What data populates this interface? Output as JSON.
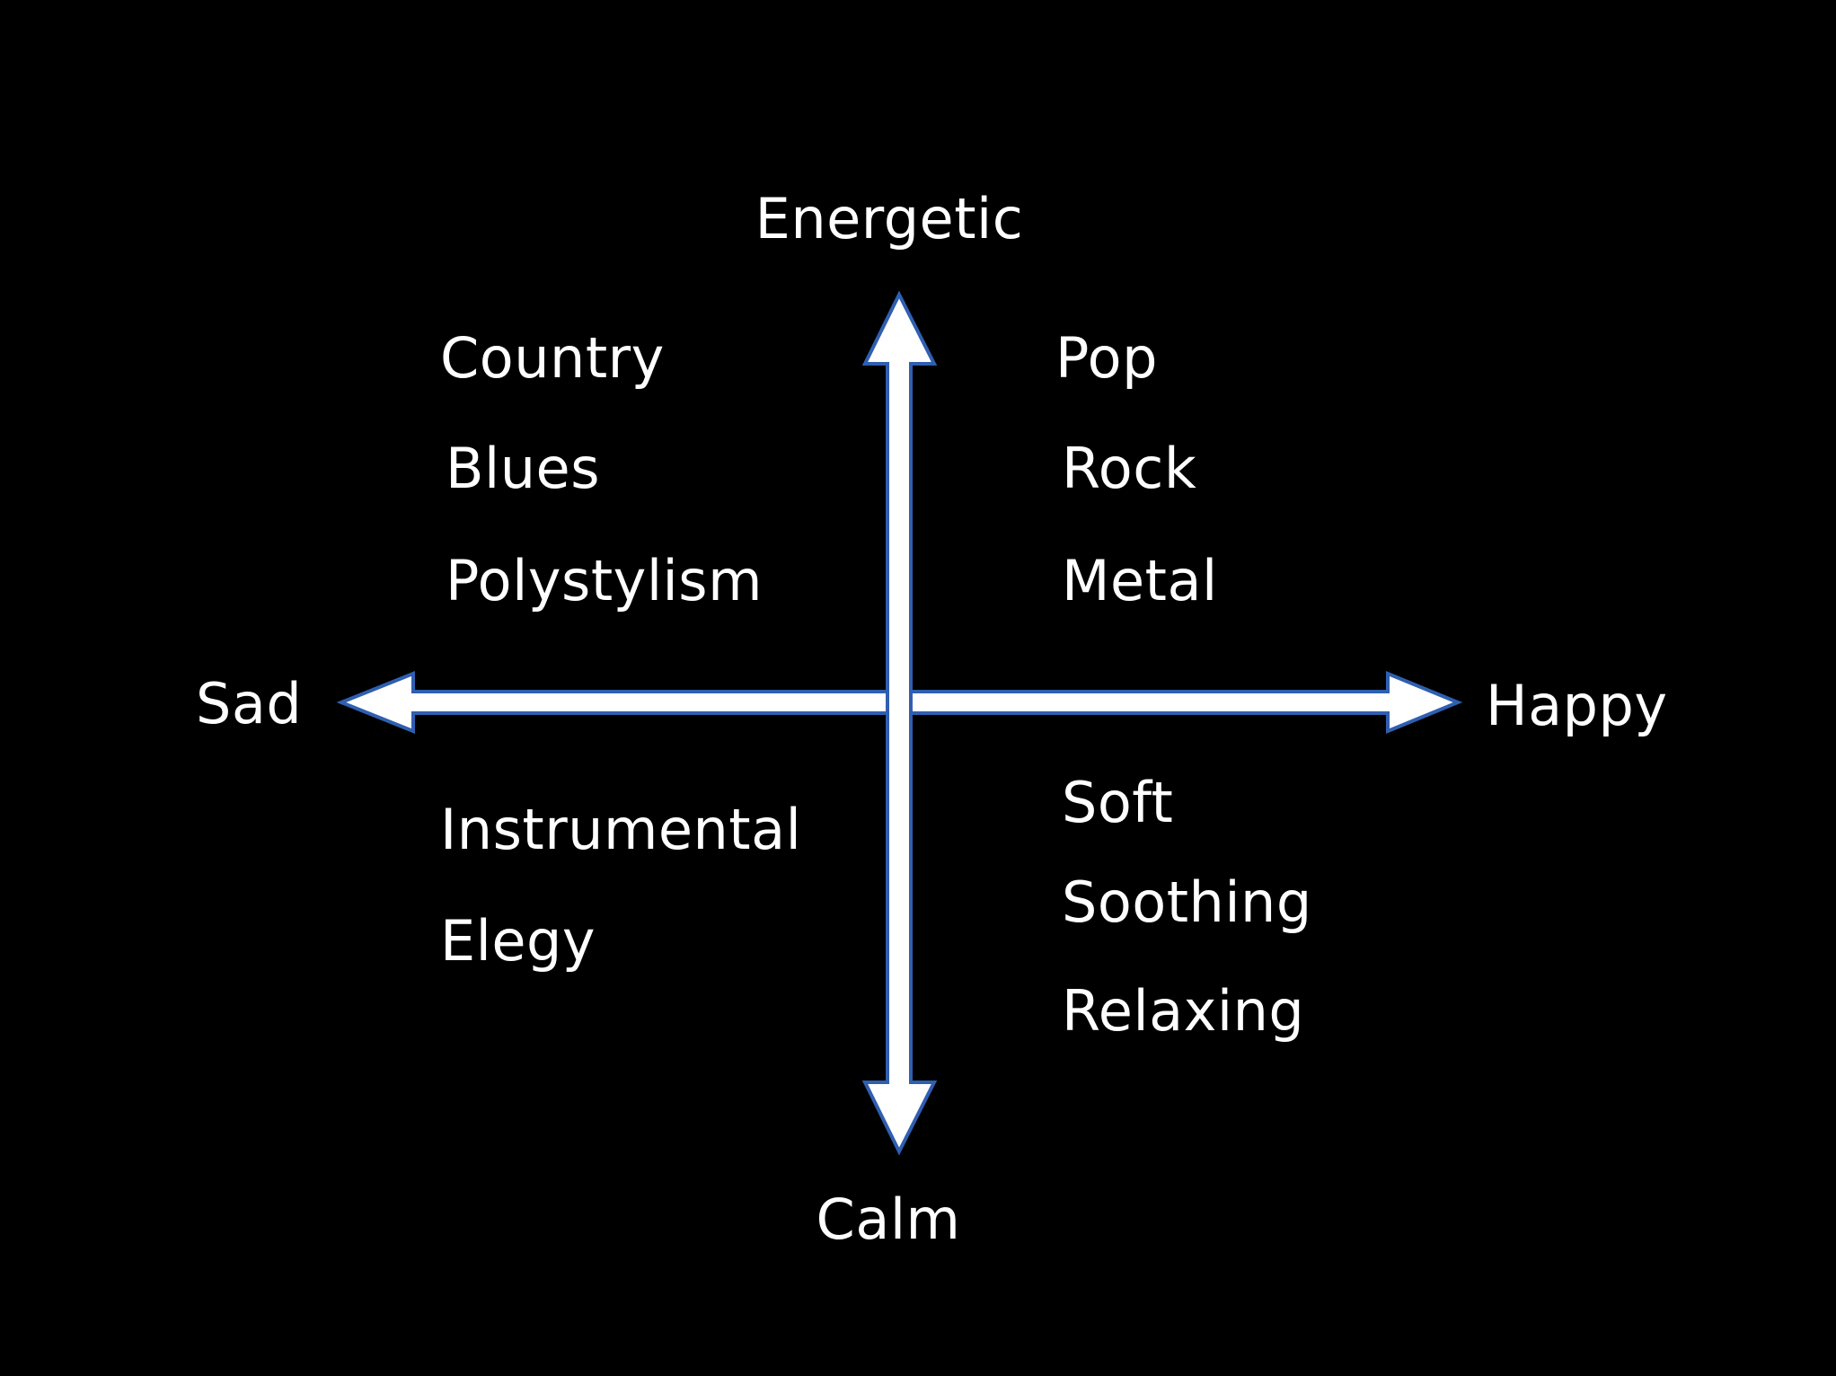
{
  "diagram": {
    "axes": {
      "top": "Energetic",
      "bottom": "Calm",
      "left": "Sad",
      "right": "Happy"
    },
    "quadrants": {
      "top_left": [
        "Country",
        "Blues",
        "Polystylism"
      ],
      "top_right": [
        "Pop",
        "Rock",
        "Metal"
      ],
      "bottom_left": [
        "Instrumental",
        "Elegy"
      ],
      "bottom_right": [
        "Soft",
        "Soothing",
        "Relaxing"
      ]
    },
    "colors": {
      "background": "#000000",
      "arrow_fill": "#ffffff",
      "arrow_outline": "#2f5fb0",
      "text": "#ffffff"
    }
  }
}
